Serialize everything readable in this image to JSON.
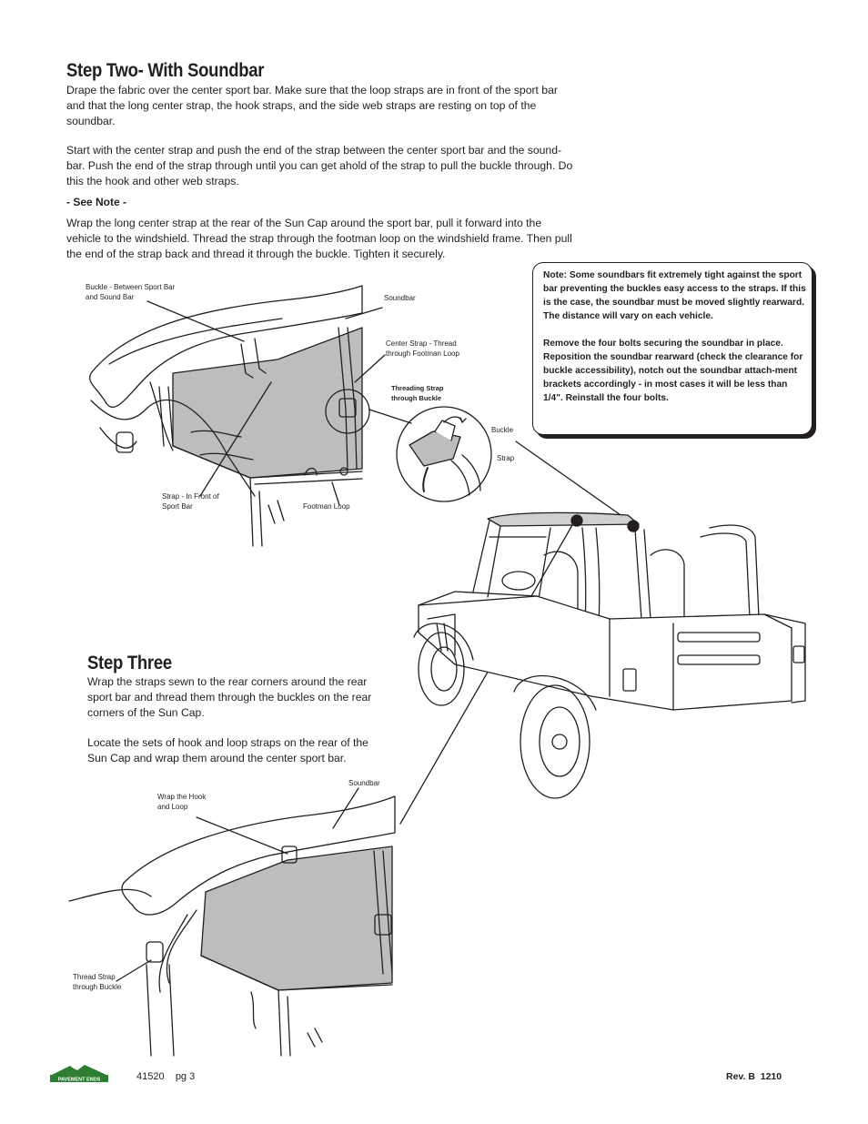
{
  "step2": {
    "title": "Step Two- With Soundbar",
    "para1": "Drape the fabric over the center sport bar. Make sure that the loop straps are in front of the sport bar and that the long center strap, the hook straps, and the side web straps are resting on top of the soundbar.",
    "para2": "Start with the center strap and push the end of the strap between the center sport bar and the sound-bar. Push the end of the strap through until you can get ahold of the strap to pull the buckle through. Do this the hook and other web straps.",
    "see_note": "- See Note -",
    "para3": "Wrap the long center strap at the rear of the Sun Cap around the sport bar, pull it forward into the vehicle to the windshield. Thread the strap through the footman loop on the windshield frame. Then pull the end of the strap back and thread it through the buckle. Tighten it securely."
  },
  "note": {
    "p1": "Note:  Some soundbars fit extremely tight against the sport bar preventing the buckles easy access to the straps. If this is the case, the soundbar must be moved slightly rearward. The distance will vary on each vehicle.",
    "p2": "Remove the four bolts securing the soundbar in place. Reposition the soundbar rearward (check the clearance for buckle accessibility), notch out the soundbar attach-ment brackets accordingly - in most cases it will be less than 1/4\". Reinstall the four bolts."
  },
  "fig1_labels": {
    "buckle_between": "Buckle - Between Sport Bar and Sound Bar",
    "soundbar": "Soundbar",
    "center_strap": "Center Strap - Thread through Footman Loop",
    "threading": "Threading Strap through Buckle",
    "buckle": "Buckle",
    "strap": "Strap",
    "strap_in_front": "Strap - In Front of Sport Bar",
    "footman_loop": "Footman Loop"
  },
  "step3": {
    "title": "Step Three",
    "para1": "Wrap the straps sewn to the rear corners around the rear sport bar and thread them through the buckles on the rear corners of the Sun Cap.",
    "para2": "Locate the sets of hook and loop straps on the rear of the Sun Cap and wrap them around the center sport bar."
  },
  "fig2_labels": {
    "soundbar": "Soundbar",
    "wrap_hook": "Wrap the Hook and Loop",
    "thread_strap": "Thread Strap through Buckle"
  },
  "footer": {
    "logo_text": "PAVEMENT ENDS",
    "page_ref": "41520    pg 3",
    "rev": "Rev. B  1210"
  },
  "colors": {
    "ink": "#231f20",
    "gray_fill": "#bdbdbd",
    "logo_green": "#2e7d32"
  }
}
